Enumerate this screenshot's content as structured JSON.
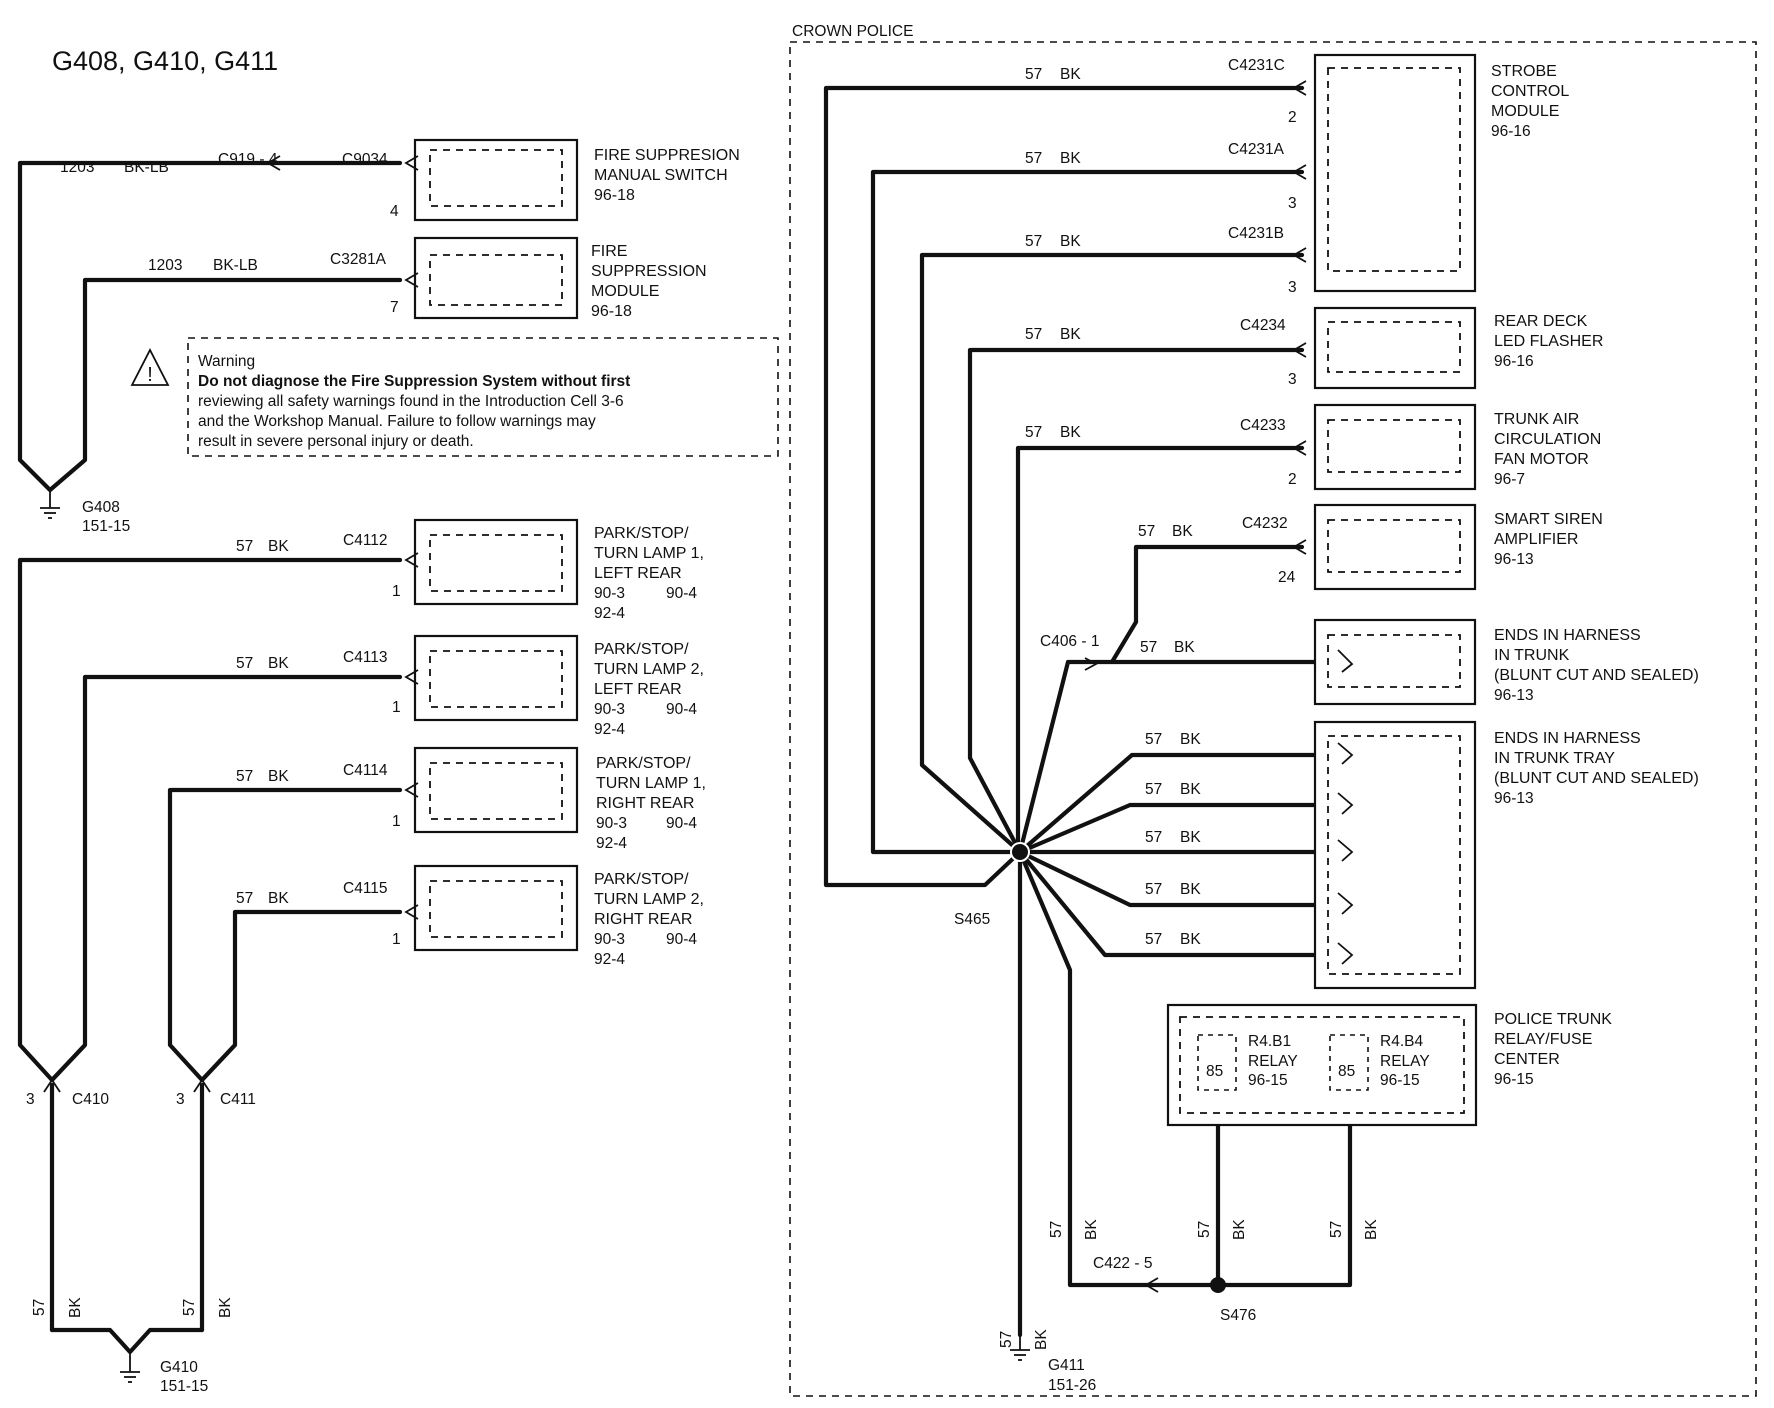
{
  "diagram": {
    "title": "G408, G410, G411",
    "crown_police_label": "CROWN POLICE",
    "warning": {
      "heading": "Warning",
      "lines": [
        "Do not diagnose the Fire Suppression System without first",
        "reviewing all safety warnings found in the Introduction Cell 3-6",
        "and the Workshop Manual. Failure to follow warnings may",
        "result in severe personal injury or death."
      ]
    },
    "left_components": [
      {
        "circuit": "1203",
        "color": "BK-LB",
        "inline": "C919 - 4",
        "connector": "C9034",
        "pin": "4",
        "name_lines": [
          "FIRE SUPPRESION",
          "MANUAL   SWITCH",
          "96-18"
        ]
      },
      {
        "circuit": "1203",
        "color": "BK-LB",
        "connector": "C3281A",
        "pin": "7",
        "name_lines": [
          "FIRE",
          "SUPPRESSION",
          "MODULE",
          "96-18"
        ]
      },
      {
        "circuit": "57",
        "color": "BK",
        "connector": "C4112",
        "pin": "1",
        "name_lines": [
          "PARK/STOP/",
          "TURN LAMP 1,",
          "LEFT REAR"
        ],
        "refs": [
          "90-3",
          "90-4",
          "92-4"
        ]
      },
      {
        "circuit": "57",
        "color": "BK",
        "connector": "C4113",
        "pin": "1",
        "name_lines": [
          "PARK/STOP/",
          "TURN LAMP 2,",
          "LEFT REAR"
        ],
        "refs": [
          "90-3",
          "90-4",
          "92-4"
        ]
      },
      {
        "circuit": "57",
        "color": "BK",
        "connector": "C4114",
        "pin": "1",
        "name_lines": [
          "PARK/STOP/",
          "TURN LAMP 1,",
          "RIGHT REAR"
        ],
        "refs": [
          "90-3",
          "90-4",
          "92-4"
        ]
      },
      {
        "circuit": "57",
        "color": "BK",
        "connector": "C4115",
        "pin": "1",
        "name_lines": [
          "PARK/STOP/",
          "TURN LAMP 2,",
          "RIGHT REAR"
        ],
        "refs": [
          "90-3",
          "90-4",
          "92-4"
        ]
      }
    ],
    "grounds": {
      "g408": {
        "name": "G408",
        "ref": "151-15"
      },
      "g410": {
        "name": "G410",
        "ref": "151-15"
      },
      "g411": {
        "name": "G411",
        "ref": "151-26"
      }
    },
    "connectors": {
      "c410": {
        "name": "C410",
        "pin": "3"
      },
      "c411": {
        "name": "C411",
        "pin": "3"
      },
      "c406": "C406 - 1",
      "c422": "C422 - 5"
    },
    "wire_label": {
      "circuit": "57",
      "color": "BK"
    },
    "splices": {
      "s465": "S465",
      "s476": "S476"
    },
    "right_components": [
      {
        "connector": "C4231C",
        "pin": "2",
        "name_lines": [
          "STROBE",
          "CONTROL",
          "MODULE",
          "96-16"
        ]
      },
      {
        "connector": "C4231A",
        "pin": "3"
      },
      {
        "connector": "C4231B",
        "pin": "3"
      },
      {
        "connector": "C4234",
        "pin": "3",
        "name_lines": [
          "REAR DECK",
          "LED FLASHER",
          "96-16"
        ]
      },
      {
        "connector": "C4233",
        "pin": "2",
        "name_lines": [
          "TRUNK AIR",
          "CIRCULATION",
          "FAN MOTOR",
          "96-7"
        ]
      },
      {
        "connector": "C4232",
        "pin": "24",
        "name_lines": [
          "SMART SIREN",
          "AMPLIFIER",
          "96-13"
        ]
      },
      {
        "name_lines": [
          "ENDS IN HARNESS",
          "IN TRUNK",
          "(BLUNT CUT AND SEALED)",
          "96-13"
        ]
      },
      {
        "name_lines": [
          "ENDS IN HARNESS",
          "IN TRUNK TRAY",
          "(BLUNT CUT AND SEALED)",
          "96-13"
        ]
      },
      {
        "name_lines": [
          "POLICE TRUNK",
          "RELAY/FUSE",
          "CENTER",
          "96-15"
        ]
      }
    ],
    "relays": [
      {
        "name": "R4.B1",
        "type": "RELAY",
        "ref": "96-15",
        "pin": "85"
      },
      {
        "name": "R4.B4",
        "type": "RELAY",
        "ref": "96-15",
        "pin": "85"
      }
    ]
  }
}
